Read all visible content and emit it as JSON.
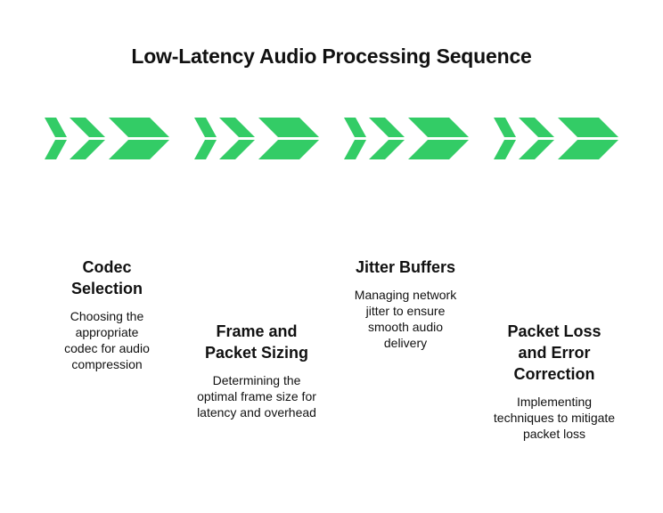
{
  "title": "Low-Latency Audio Processing Sequence",
  "colors": {
    "accent": "#33CC66",
    "background": "#FFFFFF",
    "text": "#111111"
  },
  "steps": [
    {
      "title": "Codec Selection",
      "title_lines": [
        "Codec",
        "Selection"
      ],
      "description": "Choosing the appropriate codec for audio compression",
      "icon": "chevron-arrow-icon"
    },
    {
      "title": "Frame and Packet Sizing",
      "title_lines": [
        "Frame and",
        "Packet Sizing"
      ],
      "description": "Determining the optimal frame size for latency and overhead",
      "icon": "chevron-arrow-icon"
    },
    {
      "title": "Jitter Buffers",
      "title_lines": [
        "Jitter Buffers"
      ],
      "description": "Managing network jitter to ensure smooth audio delivery",
      "icon": "chevron-arrow-icon"
    },
    {
      "title": "Packet Loss and Error Correction",
      "title_lines": [
        "Packet Loss",
        "and Error",
        "Correction"
      ],
      "description": "Implementing techniques to mitigate packet loss",
      "icon": "chevron-arrow-icon"
    }
  ]
}
